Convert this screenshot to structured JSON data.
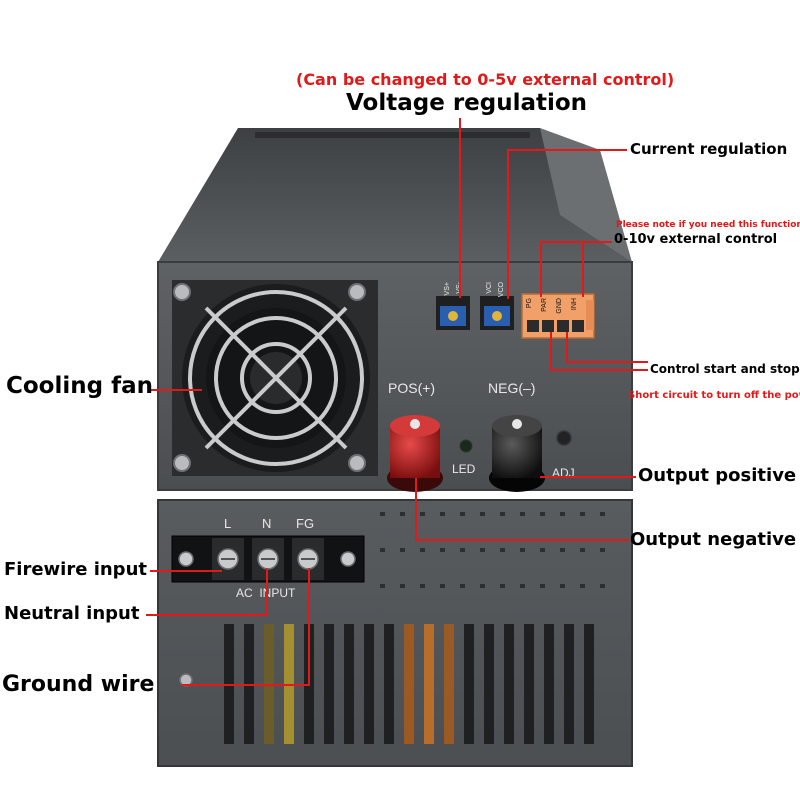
{
  "top_note": "(Can be changed to 0-5v external control)",
  "callouts": {
    "voltage_regulation": "Voltage regulation",
    "current_regulation": "Current regulation",
    "function_note": "Please note if you need this function",
    "external_control": "0-10v external control",
    "control_start_stop": "Control start and stop",
    "short_circuit_note": "Short circuit to turn off the power",
    "cooling_fan": "Cooling fan",
    "output_positive": "Output positive",
    "output_negative": "Output negative",
    "firewire_input": "Firewire input",
    "neutral_input": "Neutral input",
    "ground_wire": "Ground wire"
  },
  "panel": {
    "pos_label": "POS(+)",
    "neg_label": "NEG(–)",
    "led_label": "LED",
    "adj_label": "ADJ",
    "term_l": "L",
    "term_n": "N",
    "term_fg": "FG",
    "ac_input": "AC  INPUT",
    "pot_pins_1": [
      "VS+",
      "VS-"
    ],
    "pot_pins_2": [
      "VCI",
      "VCO"
    ],
    "ctrl_pins": [
      "PG",
      "PAR",
      "GND",
      "INH"
    ]
  },
  "colors": {
    "annotation_red": "#e31818",
    "case_grey": "#55595c",
    "terminal_block_orange": "#f2a06a",
    "pot_blue": "#2a5fb0",
    "pos_terminal_red": "#b01c1c",
    "neg_terminal_black": "#1a1a1a"
  }
}
